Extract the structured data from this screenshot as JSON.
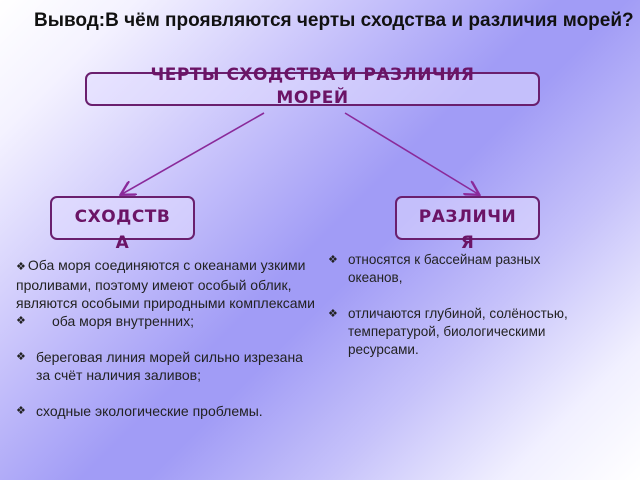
{
  "slide": {
    "title": "Вывод:В чём проявляются черты сходства и различия морей?",
    "main_box": {
      "line1": "ЧЕРТЫ СХОДСТВА И РАЗЛИЧИЯ",
      "line2": "МОРЕЙ"
    },
    "left_box": {
      "line1": "СХОДСТВ",
      "line2": "А"
    },
    "right_box": {
      "line1": "РАЗЛИЧИ",
      "line2": "Я"
    },
    "bullet_icon": "❖",
    "similarities": [
      "Оба моря соединяются с океанами узкими проливами, поэтому имеют особый облик, являются особыми природными комплексами",
      "оба моря внутренних;",
      "береговая линия морей сильно изрезана за счёт наличия заливов;",
      "сходные экологические проблемы."
    ],
    "differences": [
      "относятся к бассейнам разных океанов,",
      "отличаются глубиной, солёностью, температурой, биологическими ресурсами."
    ],
    "colors": {
      "box_border": "#6a1f6e",
      "box_text": "#6b1466",
      "arrow": "#8a2a9a",
      "background_mid": "#a19cf6"
    }
  }
}
